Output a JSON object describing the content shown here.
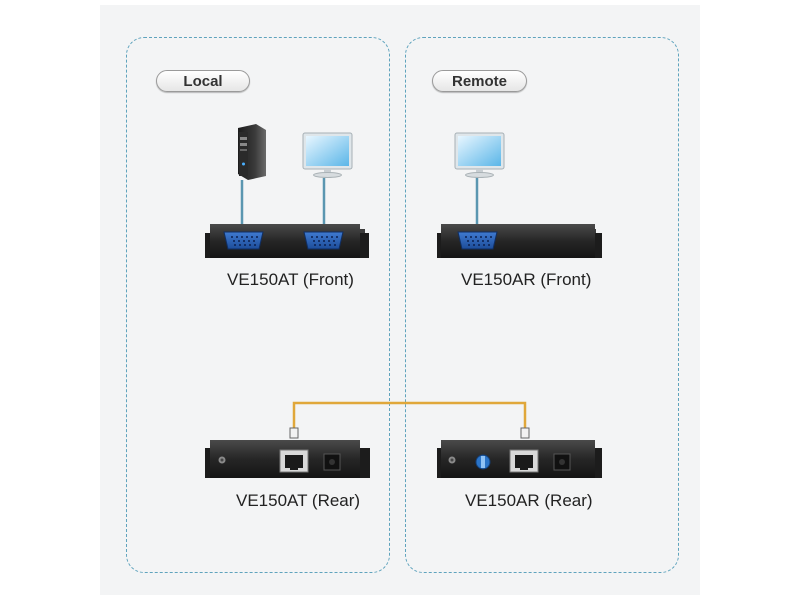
{
  "zones": {
    "local": {
      "label": "Local"
    },
    "remote": {
      "label": "Remote"
    }
  },
  "devices": {
    "local_front": {
      "label": "VE150AT (Front)"
    },
    "remote_front": {
      "label": "VE150AR (Front)"
    },
    "local_rear": {
      "label": "VE150AT (Rear)"
    },
    "remote_rear": {
      "label": "VE150AR (Rear)"
    }
  },
  "colors": {
    "zone_border": "#5fa3bd",
    "cable": "#e0a73a",
    "vga_cable": "#5a96b0",
    "device_body": "#2a2a2a",
    "vga_port": "#2d62b8"
  },
  "icons": [
    "computer-tower-icon",
    "monitor-icon",
    "vga-port-icon",
    "rj45-port-icon",
    "power-jack-icon",
    "ground-screw-icon",
    "dip-switch-icon"
  ]
}
